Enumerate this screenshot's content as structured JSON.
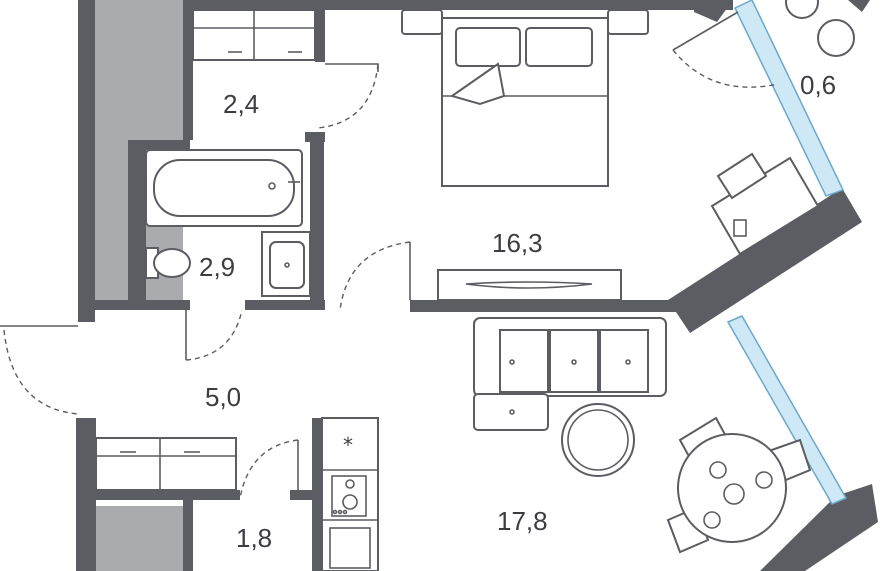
{
  "rooms": [
    {
      "id": "storage_top",
      "area": "2,4"
    },
    {
      "id": "bathroom",
      "area": "2,9"
    },
    {
      "id": "bedroom",
      "area": "16,3"
    },
    {
      "id": "balcony",
      "area": "0,6"
    },
    {
      "id": "hallway",
      "area": "5,0"
    },
    {
      "id": "storage_bottom",
      "area": "1,8"
    },
    {
      "id": "living_kitchen",
      "area": "17,8"
    }
  ],
  "kitchen": {
    "symbol": "*"
  },
  "colors": {
    "wall": "#5c5d62",
    "shaft": "#a9abaf",
    "glazing": "#cfe8f5",
    "background": "#ffffff"
  },
  "icons": [
    "bed-icon",
    "sofa-icon",
    "bathtub-icon",
    "toilet-icon",
    "sink-icon",
    "desk-icon",
    "dining-table-icon",
    "stove-icon",
    "round-table-icon",
    "wardrobe-icon"
  ]
}
